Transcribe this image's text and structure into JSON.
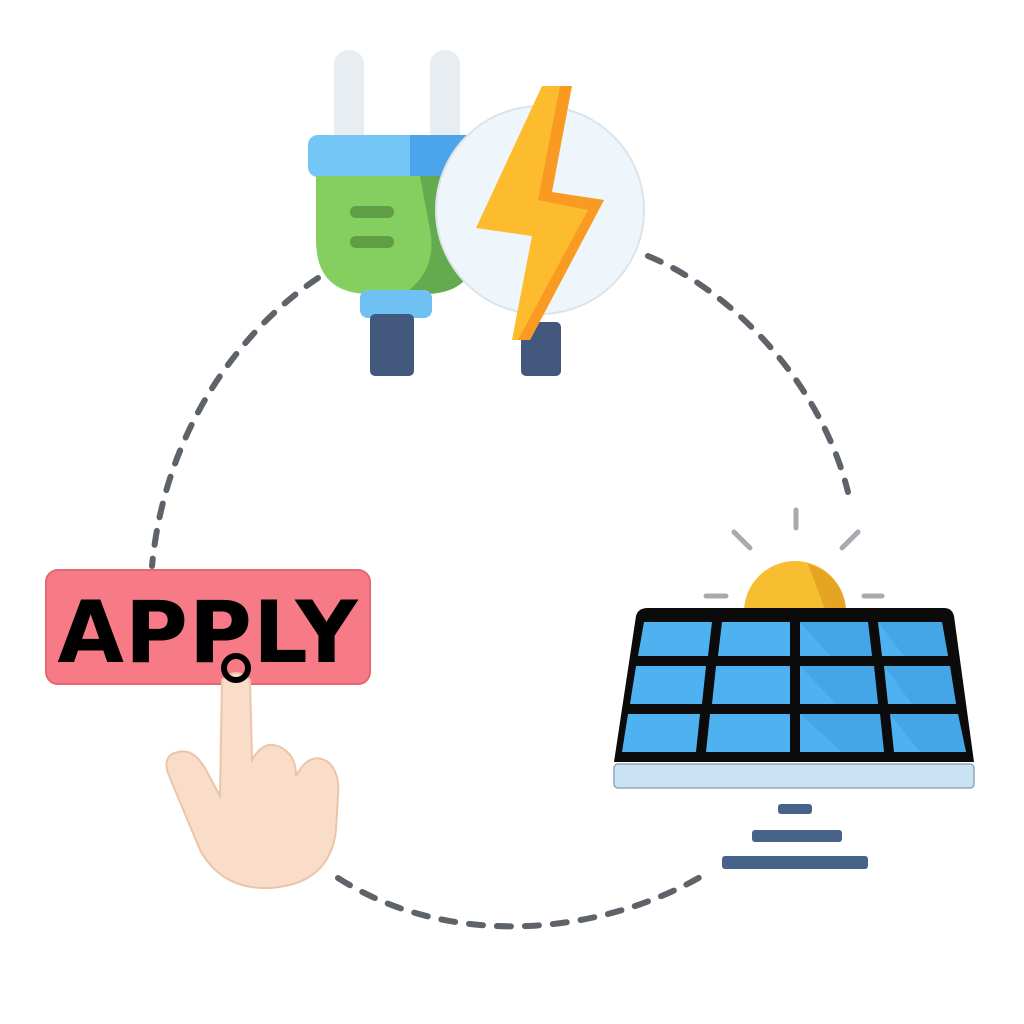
{
  "apply_button": {
    "label": "APPLY"
  },
  "nodes": [
    {
      "id": "plug",
      "icon": "plug-icon"
    },
    {
      "id": "lightning",
      "icon": "lightning-bolt-icon"
    },
    {
      "id": "solar",
      "icon": "solar-panel-icon"
    },
    {
      "id": "sun",
      "icon": "sun-icon"
    },
    {
      "id": "hand",
      "icon": "pointing-hand-icon"
    }
  ],
  "colors": {
    "button_fill": "#F77B86",
    "button_text": "#000000",
    "plug_body": "#7DCC5C",
    "plug_head": "#5BB3F5",
    "plug_cable": "#3E5A7E",
    "plug_pins": "#E8EDF1",
    "bolt": "#FDBB2E",
    "bolt_circle": "#EEF6FB",
    "solar_cell": "#4FB2F0",
    "solar_frame": "#0B0B0B",
    "solar_base": "#C9E3F4",
    "sun": "#F8BE31",
    "stand": "#47638A",
    "hand_skin": "#FADDC8",
    "dashed_line": "#5E636A"
  }
}
